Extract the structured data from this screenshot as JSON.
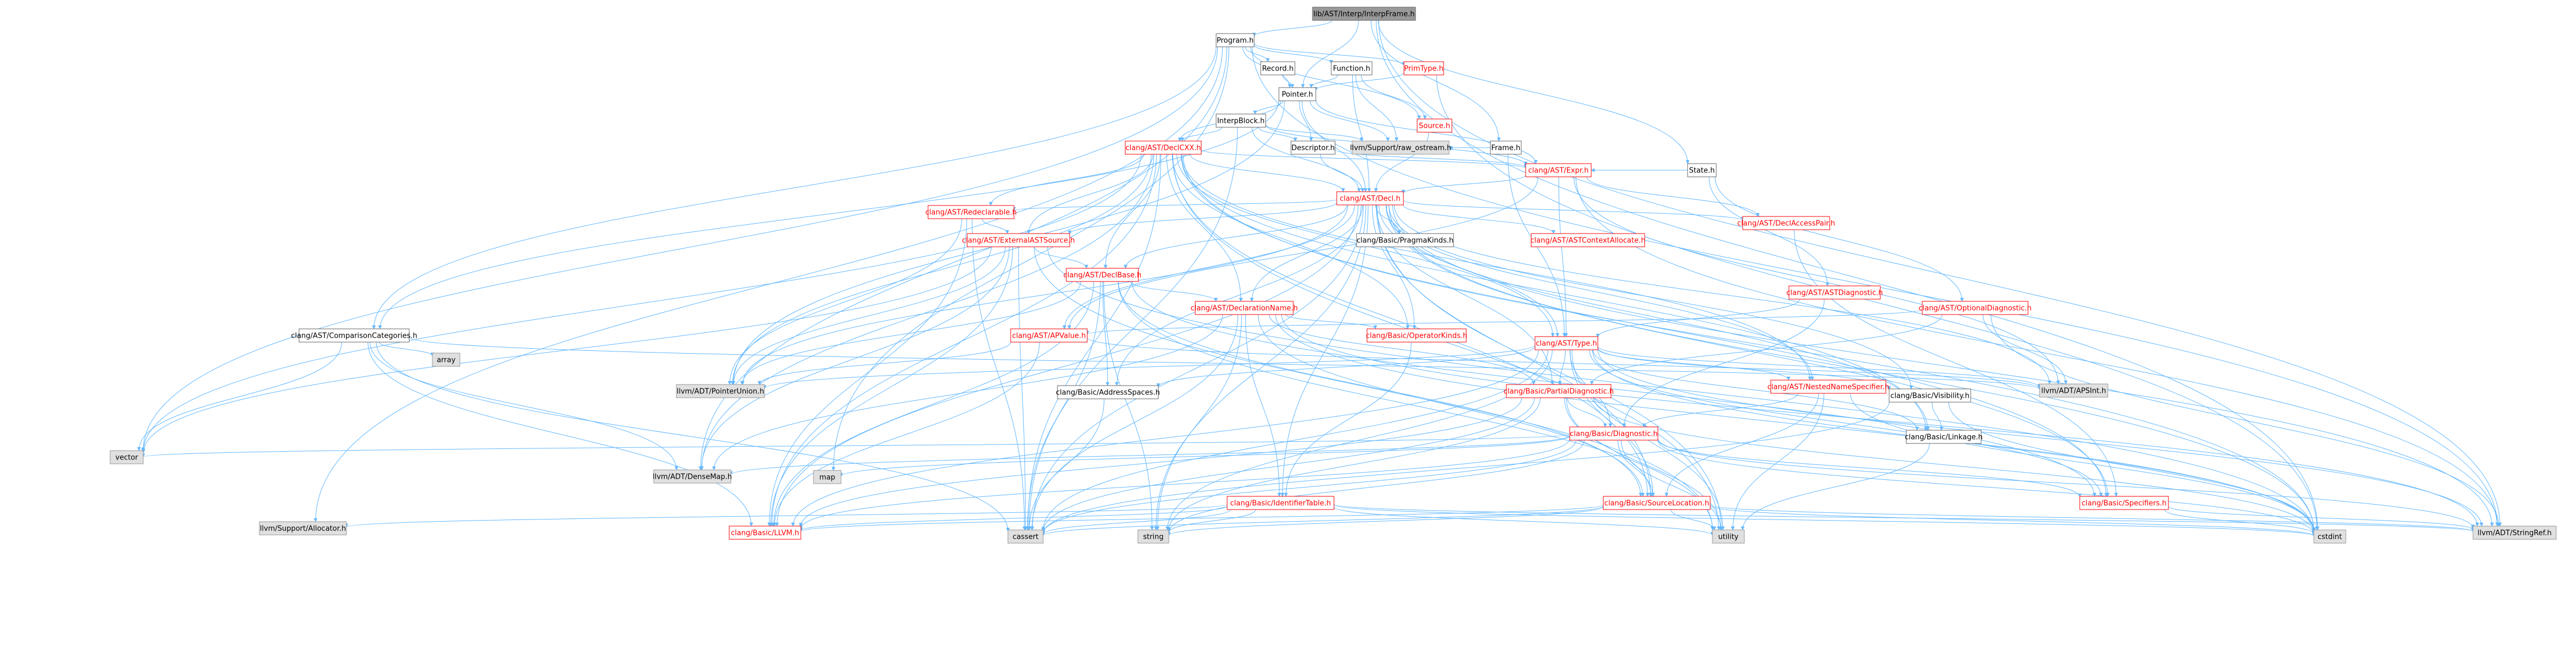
{
  "root_title": "lib/AST/Interp/InterpFrame.h",
  "colors": {
    "edge": "#63b8ff",
    "root_fill": "#999999",
    "root_border": "#666666",
    "normal_fill": "#ffffff",
    "normal_border": "#666666",
    "normal_text": "#000000",
    "linked_text": "#ff0000",
    "linked_border": "#ff0000",
    "external_fill": "#e0e0e0",
    "external_border": "#999999"
  },
  "nodes": [
    {
      "id": "root",
      "label": "lib/AST/Interp/InterpFrame.h",
      "kind": "root"
    },
    {
      "id": "program",
      "label": "Program.h",
      "kind": "normal"
    },
    {
      "id": "record",
      "label": "Record.h",
      "kind": "normal"
    },
    {
      "id": "function",
      "label": "Function.h",
      "kind": "normal"
    },
    {
      "id": "primtype",
      "label": "PrimType.h",
      "kind": "linked"
    },
    {
      "id": "pointer",
      "label": "Pointer.h",
      "kind": "normal"
    },
    {
      "id": "source",
      "label": "Source.h",
      "kind": "linked"
    },
    {
      "id": "frame",
      "label": "Frame.h",
      "kind": "normal"
    },
    {
      "id": "state",
      "label": "State.h",
      "kind": "normal"
    },
    {
      "id": "interpblock",
      "label": "InterpBlock.h",
      "kind": "normal"
    },
    {
      "id": "descriptor",
      "label": "Descriptor.h",
      "kind": "normal"
    },
    {
      "id": "raw_ostream",
      "label": "llvm/Support/raw_ostream.h",
      "kind": "external"
    },
    {
      "id": "declcxx",
      "label": "clang/AST/DeclCXX.h",
      "kind": "linked"
    },
    {
      "id": "expr",
      "label": "clang/AST/Expr.h",
      "kind": "linked"
    },
    {
      "id": "decl",
      "label": "clang/AST/Decl.h",
      "kind": "linked"
    },
    {
      "id": "redeclarable",
      "label": "clang/AST/Redeclarable.h",
      "kind": "linked"
    },
    {
      "id": "externalastsource",
      "label": "clang/AST/ExternalASTSource.h",
      "kind": "linked"
    },
    {
      "id": "declbase",
      "label": "clang/AST/DeclBase.h",
      "kind": "linked"
    },
    {
      "id": "declarationname",
      "label": "clang/AST/DeclarationName.h",
      "kind": "linked"
    },
    {
      "id": "pragmakinds",
      "label": "clang/Basic/PragmaKinds.h",
      "kind": "normal"
    },
    {
      "id": "astcontextallocate",
      "label": "clang/AST/ASTContextAllocate.h",
      "kind": "linked"
    },
    {
      "id": "declaccesspair",
      "label": "clang/AST/DeclAccessPair.h",
      "kind": "linked"
    },
    {
      "id": "astdiagnostic",
      "label": "clang/AST/ASTDiagnostic.h",
      "kind": "linked"
    },
    {
      "id": "optionaldiagnostic",
      "label": "clang/AST/OptionalDiagnostic.h",
      "kind": "linked"
    },
    {
      "id": "comparisoncategories",
      "label": "clang/AST/ComparisonCategories.h",
      "kind": "normal"
    },
    {
      "id": "apvalue",
      "label": "clang/AST/APValue.h",
      "kind": "linked"
    },
    {
      "id": "operatorkinds",
      "label": "clang/Basic/OperatorKinds.h",
      "kind": "linked"
    },
    {
      "id": "type",
      "label": "clang/AST/Type.h",
      "kind": "linked"
    },
    {
      "id": "array",
      "label": "array",
      "kind": "external"
    },
    {
      "id": "pointerunion",
      "label": "llvm/ADT/PointerUnion.h",
      "kind": "external"
    },
    {
      "id": "addressspaces",
      "label": "clang/Basic/AddressSpaces.h",
      "kind": "normal"
    },
    {
      "id": "partialdiagnostic",
      "label": "clang/Basic/PartialDiagnostic.h",
      "kind": "linked"
    },
    {
      "id": "nestednamespecifier",
      "label": "clang/AST/NestedNameSpecifier.h",
      "kind": "linked"
    },
    {
      "id": "visibility",
      "label": "clang/Basic/Visibility.h",
      "kind": "normal"
    },
    {
      "id": "apsint",
      "label": "llvm/ADT/APSInt.h",
      "kind": "external"
    },
    {
      "id": "linkage",
      "label": "clang/Basic/Linkage.h",
      "kind": "normal"
    },
    {
      "id": "diagnostic",
      "label": "clang/Basic/Diagnostic.h",
      "kind": "linked"
    },
    {
      "id": "vector",
      "label": "vector",
      "kind": "external"
    },
    {
      "id": "densemap",
      "label": "llvm/ADT/DenseMap.h",
      "kind": "external"
    },
    {
      "id": "map",
      "label": "map",
      "kind": "external"
    },
    {
      "id": "identifiertable",
      "label": "clang/Basic/IdentifierTable.h",
      "kind": "linked"
    },
    {
      "id": "sourcelocation",
      "label": "clang/Basic/SourceLocation.h",
      "kind": "linked"
    },
    {
      "id": "specifiers",
      "label": "clang/Basic/Specifiers.h",
      "kind": "linked"
    },
    {
      "id": "allocator",
      "label": "llvm/Support/Allocator.h",
      "kind": "external"
    },
    {
      "id": "llvm",
      "label": "clang/Basic/LLVM.h",
      "kind": "linked"
    },
    {
      "id": "cassert",
      "label": "cassert",
      "kind": "external"
    },
    {
      "id": "string",
      "label": "string",
      "kind": "external"
    },
    {
      "id": "utility",
      "label": "utility",
      "kind": "external"
    },
    {
      "id": "cstdint",
      "label": "cstdint",
      "kind": "external"
    },
    {
      "id": "stringref",
      "label": "llvm/ADT/StringRef.h",
      "kind": "external"
    }
  ]
}
